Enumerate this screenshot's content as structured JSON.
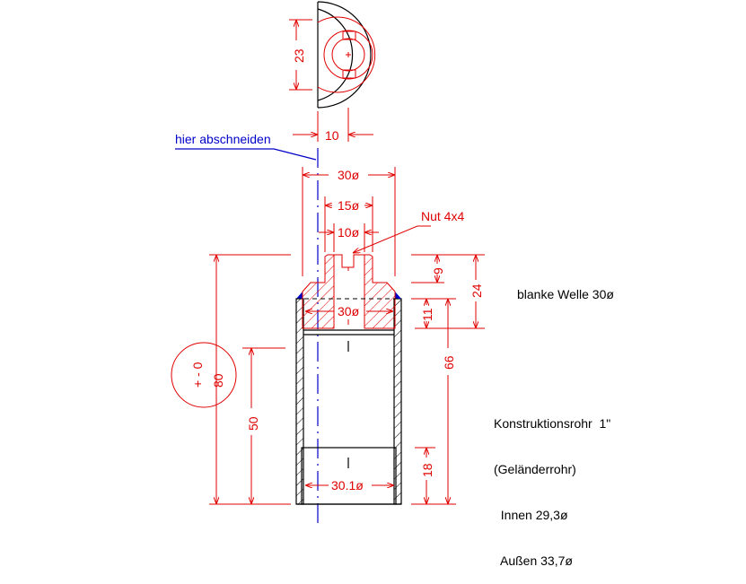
{
  "top_view": {
    "dim_height": "23",
    "dim_width": "10"
  },
  "cut_label": "hier abschneiden",
  "dims": {
    "d_outer": "30ø",
    "d_mid": "15ø",
    "d_inner": "10ø",
    "nut": "Nut 4x4",
    "plug_d": "30ø",
    "insert_d": "30.1ø",
    "h9": "9",
    "h24": "24",
    "h11": "11",
    "h66": "66",
    "h18": "18",
    "h50": "50",
    "h80": "80",
    "tolerance": "+ - 0"
  },
  "notes": {
    "shaft": "blanke Welle 30ø",
    "tube_lines": [
      "Konstruktionsrohr  1\"",
      "(Geländerrohr)",
      "  Innen 29,3ø",
      "  Außen 33,7ø"
    ]
  },
  "colors": {
    "dimension": "#e00000",
    "centerline": "#0000c8",
    "outline": "#000000"
  }
}
